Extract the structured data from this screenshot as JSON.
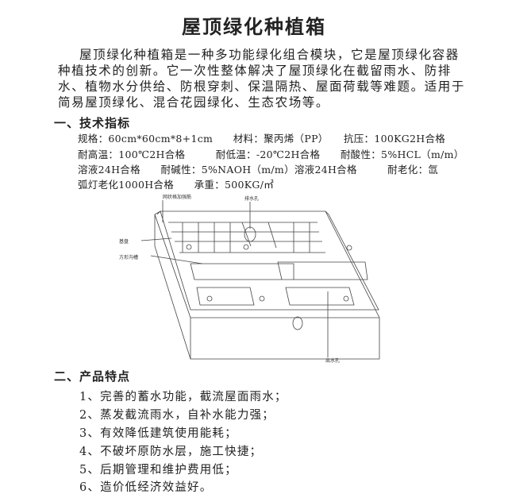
{
  "title": "屋顶绿化种植箱",
  "intro_lines": [
    "屋顶绿化种植箱是一种多功能绿化组合模块，它是屋顶绿化容器",
    "种植技术的创新。它一次性整体解决了屋顶绿化在截留雨水、防排",
    "水、植物水分供给、防根穿刺、保温隔热、屋面荷载等难题。适用于",
    "简易屋顶绿化、混合花园绿化、生态农场等。"
  ],
  "section1": {
    "heading": "一、技术指标",
    "lines": [
      "规格：60cm*60cm*8+1cm　　材料：聚丙烯（PP）　　抗压：100KG2H合格",
      "耐高温：100℃2H合格　　　耐低温：-20℃2H合格　　耐酸性：5%HCL（m/m）",
      "溶液24H合格　　耐碱性：5%NAOH（m/m）溶液24H合格　　　耐老化：氙",
      "弧灯老化1000H合格　　承重：500KG/㎡"
    ]
  },
  "diagram": {
    "labels": {
      "grid": "网状格加强筋",
      "drain": "排水孔",
      "base": "基盘",
      "groove": "方形沟槽",
      "outlet": "出水孔"
    }
  },
  "section2": {
    "heading": "二、产品特点",
    "items": [
      "1、完善的蓄水功能，截流屋面雨水；",
      "2、蒸发截流雨水，自补水能力强；",
      "3、有效降低建筑使用能耗；",
      "4、不破坏原防水层，施工快捷；",
      "5、后期管理和维护费用低；",
      "6、造价低经济效益好。"
    ]
  }
}
